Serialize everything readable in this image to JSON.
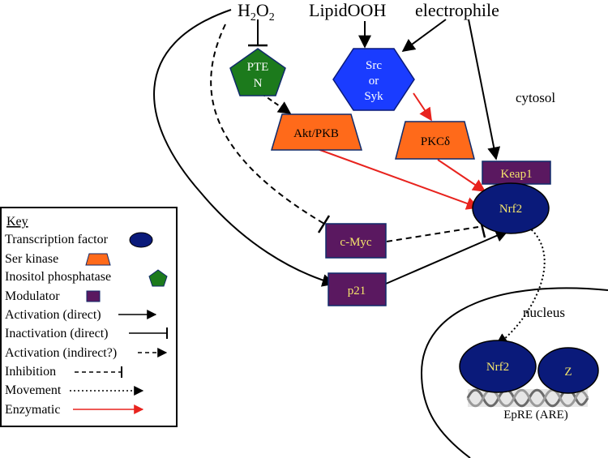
{
  "inputs": {
    "h2o2_h": "H",
    "h2o2_sub1": "2",
    "h2o2_o": "O",
    "h2o2_sub2": "2",
    "lipid": "LipidOOH",
    "electrophile": "electrophile"
  },
  "compartments": {
    "cytosol": "cytosol",
    "nucleus": "nucleus"
  },
  "nodes": {
    "pten_line1": "PTE",
    "pten_line2": "N",
    "src_line1": "Src",
    "src_line2": "or",
    "src_line3": "Syk",
    "akt": "Akt/PKB",
    "pkc": "PKCδ",
    "keap1": "Keap1",
    "nrf2": "Nrf2",
    "cmyc": "c-Myc",
    "p21": "p21",
    "nrf2_nucleus": "Nrf2",
    "z": "Z",
    "epre": "EpRE (ARE)"
  },
  "key": {
    "title": "Key",
    "items": [
      "Transcription factor",
      "Ser kinase",
      "Inositol phosphatase",
      "Modulator",
      "Activation (direct)",
      "Inactivation (direct)",
      "Activation (indirect?)",
      "Inhibition",
      "Movement",
      "Enzymatic"
    ]
  },
  "colors": {
    "transcription_factor": "#0a1a7a",
    "ser_kinase": "#ff6a1a",
    "inositol_phosphatase": "#1c7a1c",
    "modulator": "#5a1860",
    "src": "#1a3cff",
    "enzymatic": "#e8231e",
    "yellow_text": "#f5e56b"
  }
}
